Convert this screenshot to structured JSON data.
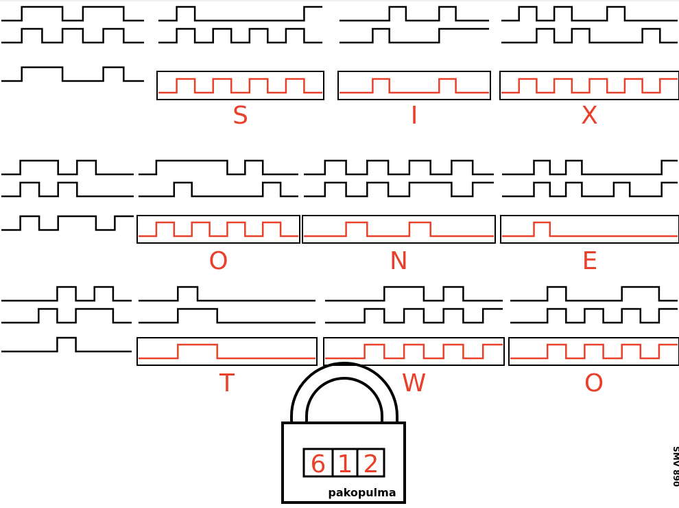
{
  "colors": {
    "ink": "#000000",
    "answer": "#e8402a",
    "background": "#ffffff"
  },
  "rows": [
    {
      "source_waves": [
        "0110110",
        "0101010",
        "0110010"
      ],
      "cells": [
        {
          "letter": "S",
          "waves": [
            "010000001",
            "010101010",
            "010101010"
          ]
        },
        {
          "letter": "I",
          "waves": [
            "000100100",
            "001000111",
            "001000100"
          ]
        },
        {
          "letter": "X",
          "waves": [
            "0101001000",
            "0010100010",
            "0101010101"
          ]
        }
      ]
    },
    {
      "source_waves": [
        "0110100",
        "0101000",
        "0101101"
      ],
      "cells": [
        {
          "letter": "O",
          "waves": [
            "011110100",
            "001000010",
            "010101010"
          ]
        },
        {
          "letter": "N",
          "waves": [
            "010101010",
            "010101101",
            "001001000"
          ]
        },
        {
          "letter": "E",
          "waves": [
            "00101000001",
            "00101001001",
            "00100000000"
          ]
        }
      ]
    },
    {
      "source_waves": [
        "0001010",
        "0010110",
        "0001000"
      ],
      "cells": [
        {
          "letter": "T",
          "waves": [
            "001000000",
            "001100000",
            "001100000"
          ]
        },
        {
          "letter": "W",
          "waves": [
            "000110100",
            "001010101",
            "001010101"
          ]
        },
        {
          "letter": "O",
          "waves": [
            "001000110",
            "001010101",
            "001010101"
          ]
        }
      ]
    }
  ],
  "lock": {
    "digits": [
      "6",
      "1",
      "2"
    ],
    "brand": "pakopulma"
  },
  "side_label": "SMV 890"
}
